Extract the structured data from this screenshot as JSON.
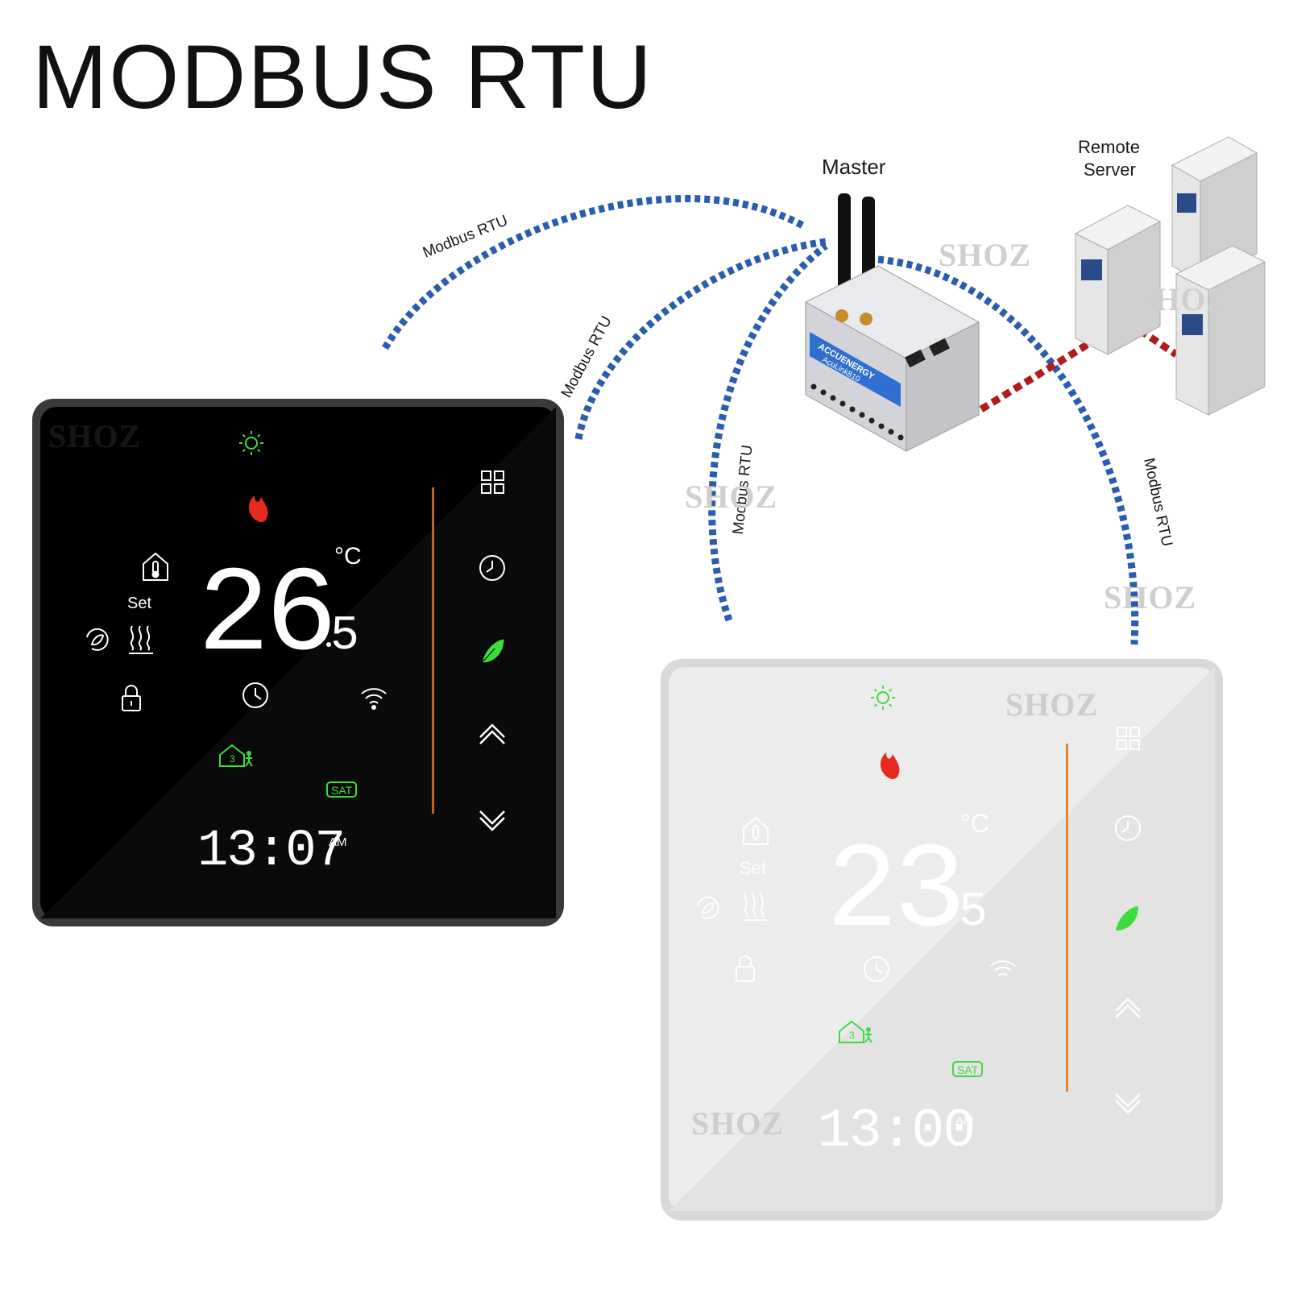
{
  "title": "MODBUS RTU",
  "diagram": {
    "master_label": "Master",
    "remote_server_label_line1": "Remote",
    "remote_server_label_line2": "Server",
    "device_brand": "ACCUENERGY",
    "device_model": "AcuLink810",
    "link_labels": [
      "Modbus RTU",
      "Modbus RTU",
      "Modbus RTU",
      "Modbus RTU"
    ],
    "watermark": "SHOZ",
    "colors": {
      "bus_link": "#2a5db0",
      "server_link": "#b01c1c",
      "device_blue": "#2f6fd0"
    }
  },
  "thermostat_black": {
    "temperature_main": "26",
    "temperature_decimal": "5",
    "unit": "°C",
    "set_label": "Set",
    "time": "13:07",
    "meridiem": "AM",
    "day_badge": "SAT",
    "program_number": "3",
    "watermark": "SHOZ",
    "icons": [
      "sun-icon",
      "flame-icon",
      "home-thermometer-icon",
      "eco-mode-icon",
      "heating-icon",
      "lock-icon",
      "clock-icon",
      "wifi-icon",
      "home-away-icon",
      "menu-grid-icon",
      "schedule-icon",
      "leaf-icon",
      "up-icon",
      "down-icon"
    ]
  },
  "thermostat_white": {
    "temperature_main": "23",
    "temperature_decimal": "5",
    "unit": "°C",
    "set_label": "Set",
    "time": "13:00",
    "meridiem": "AM",
    "day_badge": "SAT",
    "program_number": "3",
    "watermark": "SHOZ"
  }
}
